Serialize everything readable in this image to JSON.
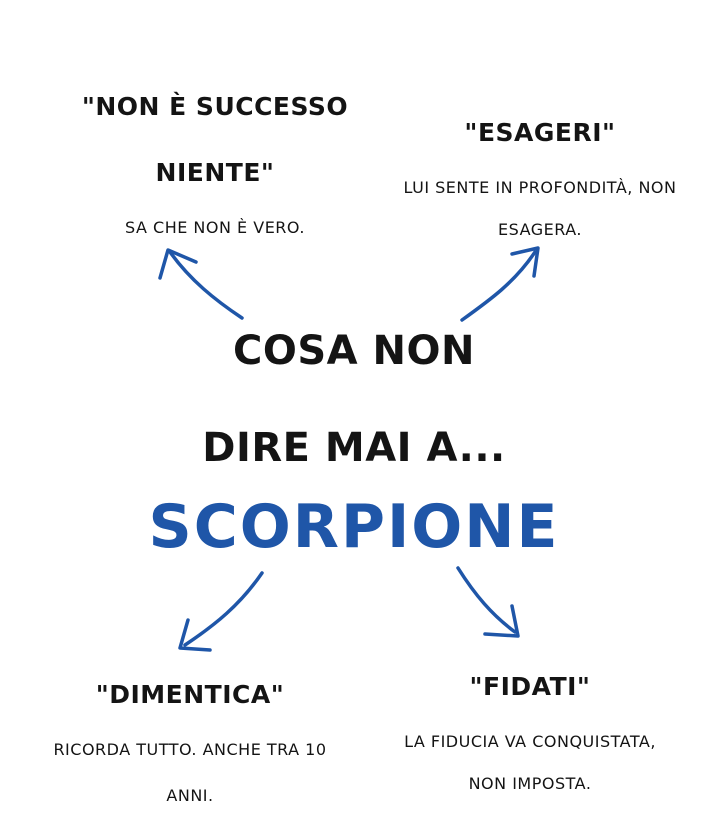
{
  "center": {
    "line1": "COSA NON",
    "line2": "DIRE MAI A...",
    "sign": "SCORPIONE"
  },
  "quotes": {
    "top_left": {
      "title_line1": "\"NON È SUCCESSO",
      "title_line2": "NIENTE\"",
      "body": "SA CHE NON È VERO."
    },
    "top_right": {
      "title": "\"ESAGERI\"",
      "body_line1": "LUI SENTE IN PROFONDITÀ, NON",
      "body_line2": "ESAGERA."
    },
    "bottom_left": {
      "title": "\"DIMENTICA\"",
      "body_line1": "RICORDA TUTTO. ANCHE TRA 10",
      "body_line2": "ANNI."
    },
    "bottom_right": {
      "title": "\"FIDATI\"",
      "body_line1": "LA FIDUCIA VA CONQUISTATA,",
      "body_line2": "NON IMPOSTA."
    }
  },
  "colors": {
    "accent": "#1f56a8",
    "text": "#141414",
    "background": "#ffffff"
  }
}
